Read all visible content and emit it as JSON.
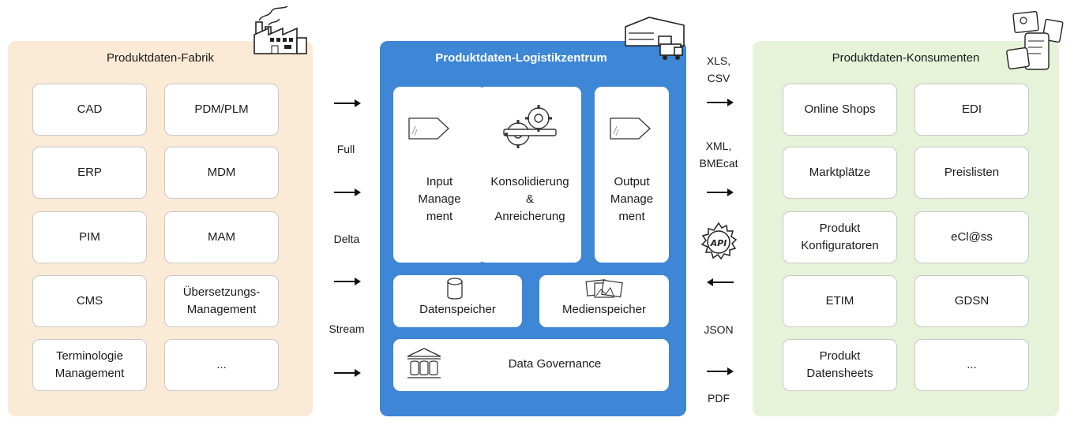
{
  "colors": {
    "factory_bg": "#fbebd6",
    "logistics_bg": "#3e86d6",
    "consumer_bg": "#e7f3d9",
    "box_border": "#c8c8c8"
  },
  "factory": {
    "title": "Produktdaten-Fabrik",
    "items": [
      "CAD",
      "PDM/PLM",
      "ERP",
      "MDM",
      "PIM",
      "MAM",
      "CMS",
      "Übersetzungs-\nManagement",
      "Terminologie\nManagement",
      "..."
    ]
  },
  "logistics": {
    "title": "Produktdaten-Logistikzentrum",
    "input": "Input\nManage\nment",
    "consolidation": "Konsolidierung\n&\nAnreicherung",
    "output": "Output\nManage\nment",
    "data_store": "Datenspeicher",
    "media_store": "Medienspeicher",
    "governance": "Data Governance"
  },
  "consumers": {
    "title": "Produktdaten-Konsumenten",
    "items": [
      "Online Shops",
      "EDI",
      "Marktplätze",
      "Preislisten",
      "Produkt\nKonfiguratoren",
      "eCl@ss",
      "ETIM",
      "GDSN",
      "Produkt\nDatensheets",
      "..."
    ]
  },
  "inbound_labels": [
    "Full",
    "Delta",
    "Stream"
  ],
  "outbound_labels": [
    "XLS,\nCSV",
    "XML,\nBMEcat",
    "JSON",
    "PDF"
  ],
  "api_badge": "API",
  "icons": [
    "factory-icon",
    "warehouse-truck-icon",
    "devices-icon",
    "tag-icon",
    "gears-icon",
    "database-icon",
    "media-images-icon",
    "bank-database-icon",
    "arrow-right-icon",
    "arrow-left-icon",
    "api-gear-icon"
  ]
}
